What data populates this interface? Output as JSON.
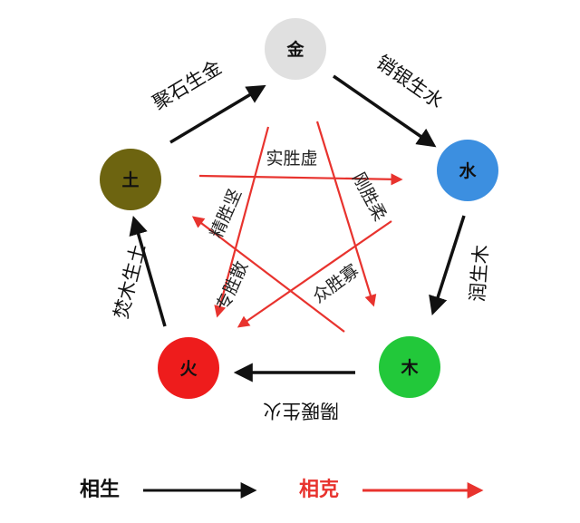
{
  "colors": {
    "generate": "#111111",
    "overcome": "#e8332e",
    "metal": "#e0e0e0",
    "water": "#3c8fe0",
    "wood": "#22c83a",
    "fire": "#ee1c1c",
    "earth": "#6d6410"
  },
  "nodes": {
    "metal": "金",
    "water": "水",
    "wood": "木",
    "fire": "火",
    "earth": "土"
  },
  "generate_labels": {
    "earth_metal": "聚石生金",
    "metal_water": "销银生水",
    "water_wood": "润生木",
    "wood_fire": "陽暖生火",
    "fire_earth": "焚木生土"
  },
  "overcome_labels": {
    "top": "实胜虚",
    "left_upper": "精胜坚",
    "right_upper": "刚胜柔",
    "left_lower": "专胜散",
    "right_lower": "众胜寡"
  },
  "legend": {
    "generate": "相生",
    "overcome": "相克"
  }
}
